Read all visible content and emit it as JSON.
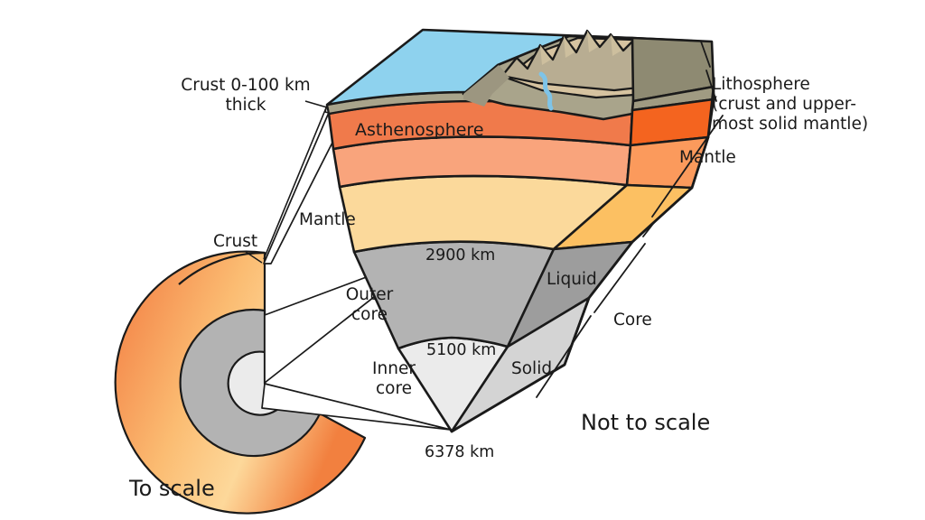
{
  "diagram": {
    "title_semantics": "earth-internal-structure-cutaway",
    "scale_notes": {
      "to_scale": "To scale",
      "not_to_scale": "Not to scale"
    },
    "callouts": {
      "crust_thickness": "Crust 0-100 km\nthick",
      "crust": "Crust",
      "mantle_left": "Mantle",
      "outer_core": "Outer\ncore",
      "inner_core": "Inner\ncore",
      "asthenosphere": "Asthenosphere",
      "lithosphere": "Lithosphere\n(crust and upper-\nmost solid mantle)",
      "mantle_right": "Mantle",
      "core_right": "Core",
      "liquid": "Liquid",
      "solid": "Solid"
    },
    "depth_labels": {
      "mantle_core_boundary": "2900 km",
      "outer_inner_core_boundary": "5100 km",
      "earth_radius": "6378 km"
    }
  },
  "chart_data": {
    "type": "diagram",
    "subject": "Earth internal structure cross-section",
    "layers": [
      {
        "name": "Ocean water",
        "color": "#8ed2ee"
      },
      {
        "name": "Crust",
        "color": "#a9a48b",
        "depth_km_range": "0-100",
        "note": "Crust 0-100 km thick"
      },
      {
        "name": "Asthenosphere",
        "color": "#f07a4b"
      },
      {
        "name": "Upper mantle",
        "color": "#f9a47c"
      },
      {
        "name": "Lower mantle",
        "color": "#fbd99b"
      },
      {
        "name": "Outer core (Liquid)",
        "color": "#b3b3b3",
        "depth_km": 2900
      },
      {
        "name": "Inner core (Solid)",
        "color": "#e6e6e6",
        "depth_km": 5100
      }
    ],
    "boundaries_km": [
      2900,
      5100,
      6378
    ],
    "groupings": [
      {
        "name": "Lithosphere",
        "description": "crust and uppermost solid mantle"
      },
      {
        "name": "Mantle"
      },
      {
        "name": "Core",
        "parts": [
          "Liquid",
          "Solid"
        ]
      }
    ]
  },
  "colors": {
    "ocean": "#8ed2ee",
    "ocean_side": "#7ec6e6",
    "land_light": "#d6c3a0",
    "land_shadow": "#9c9680",
    "crust_band": "#a9a48b",
    "crust_band_dark": "#8e8a72",
    "asthenosphere": "#f07a4b",
    "asthenosphere_side": "#f4641f",
    "upper_mantle": "#f9a47c",
    "upper_mantle_side": "#fb9a5c",
    "lower_mantle": "#fbd99b",
    "lower_mantle_side": "#fcc062",
    "outer_core": "#b3b3b3",
    "outer_core_side": "#9d9d9d",
    "inner_core": "#ebebeb",
    "inner_core_side": "#d4d4d4",
    "river": "#7ec4e8",
    "outline": "#000000",
    "leader": "#1a1a1a",
    "text": "#1a1a1a"
  }
}
